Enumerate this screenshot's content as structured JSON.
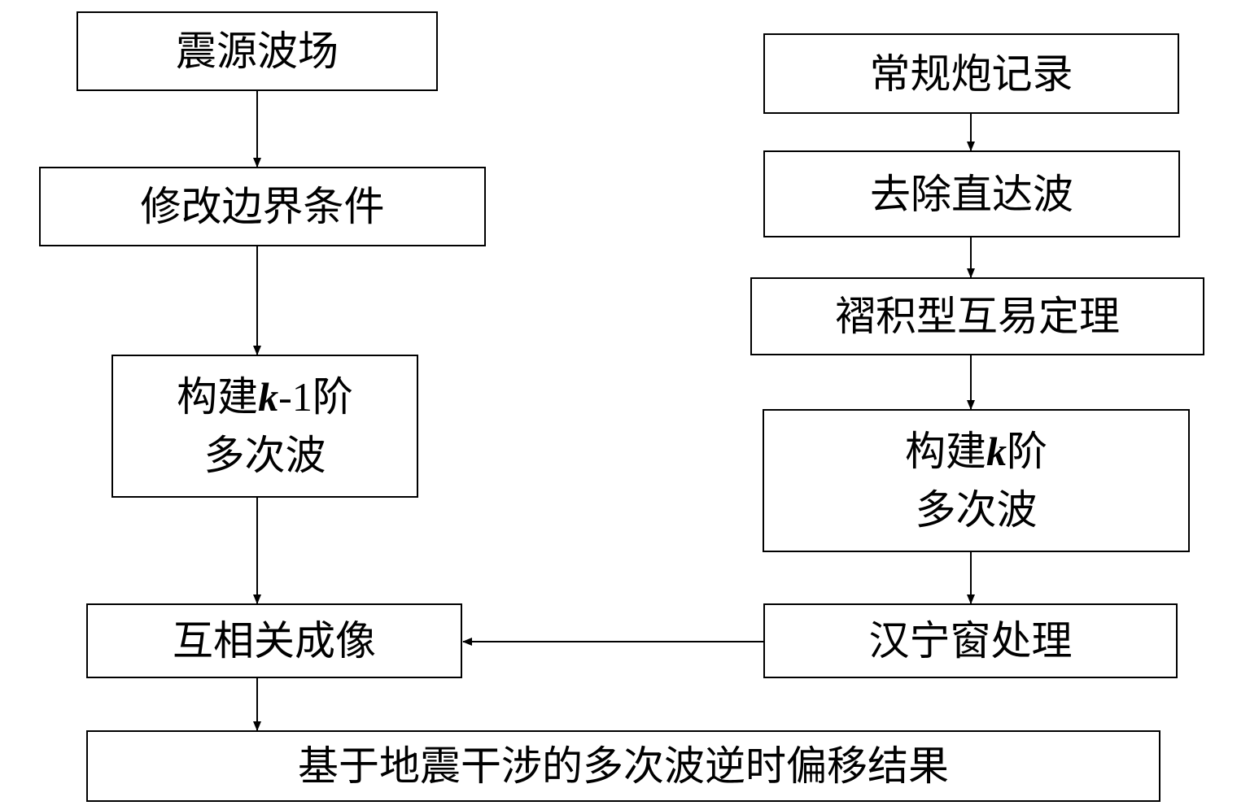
{
  "diagram": {
    "left": {
      "source_wavefield": "震源波场",
      "modify_boundary": "修改边界条件",
      "build_k1_line1_pre": "构建",
      "build_k1_line1_k": "k",
      "build_k1_line1_minus1": "-1",
      "build_k1_line1_post": "阶",
      "build_k1_line2": "多次波",
      "cross_correlation": "互相关成像"
    },
    "right": {
      "shot_record": "常规炮记录",
      "remove_direct": "去除直达波",
      "convolution_theorem": "褶积型互易定理",
      "build_k_line1_pre": "构建",
      "build_k_line1_k": "k",
      "build_k_line1_post": "阶",
      "build_k_line2": "多次波",
      "hanning": "汉宁窗处理"
    },
    "result": "基于地震干涉的多次波逆时偏移结果"
  }
}
